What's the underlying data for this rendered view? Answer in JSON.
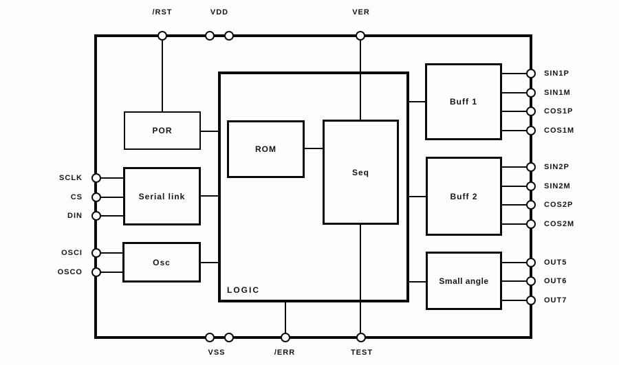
{
  "diagram": {
    "type": "ic-block-diagram",
    "colors": {
      "background": "#fdfdfd",
      "line": "#0a0a0a",
      "text": "#141414"
    }
  },
  "blocks": {
    "por": "POR",
    "serial_link": "Serial link",
    "osc": "Osc",
    "logic": "LOGIC",
    "rom": "ROM",
    "seq": "Seq",
    "buff1": "Buff 1",
    "buff2": "Buff 2",
    "small_angle": "Small angle"
  },
  "pins": {
    "top": [
      "/RST",
      "VDD",
      "VER"
    ],
    "bottom": [
      "VSS",
      "/ERR",
      "TEST"
    ],
    "left": [
      "SCLK",
      "CS",
      "DIN",
      "OSCI",
      "OSCO"
    ],
    "right": [
      "SIN1P",
      "SIN1M",
      "COS1P",
      "COS1M",
      "SIN2P",
      "SIN2M",
      "COS2P",
      "COS2M",
      "OUT5",
      "OUT6",
      "OUT7"
    ]
  }
}
